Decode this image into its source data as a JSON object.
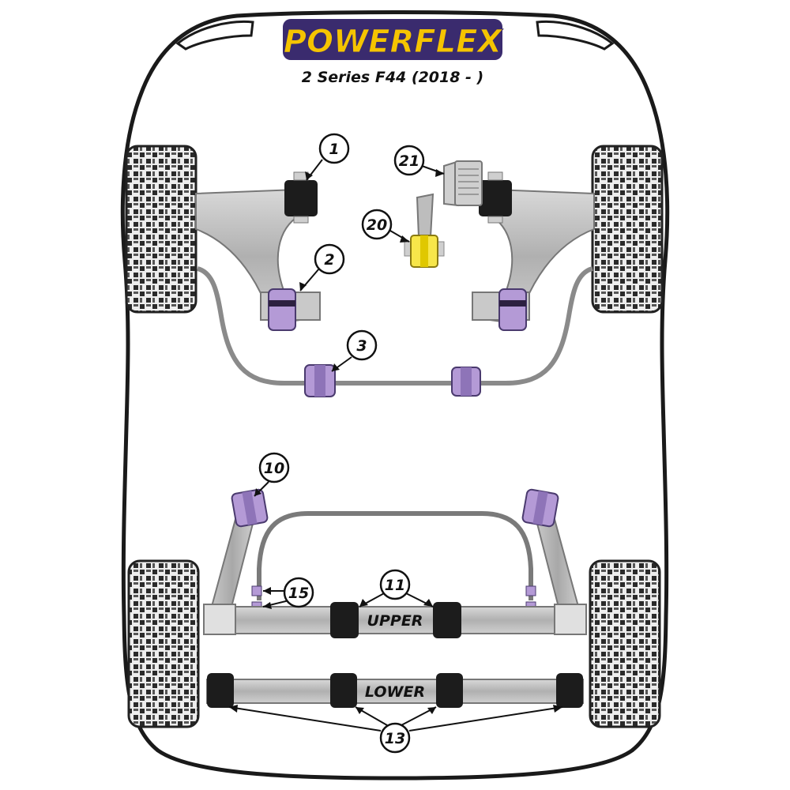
{
  "brand": {
    "logo_text": "POWERFLEX",
    "logo_fill": "#f5c400",
    "logo_shadow": "#3a2b6e"
  },
  "model_title": "2 Series F44 (2018 - )",
  "labels": {
    "upper": "UPPER",
    "lower": "LOWER"
  },
  "colors": {
    "body_outline": "#1a1a1a",
    "metal": "#b5b5b5",
    "bush_black": "#1c1c1c",
    "bush_purple": "#b49ad6",
    "bush_yellow": "#f7e64a",
    "tyre": "#2a2a2a"
  },
  "callouts": [
    {
      "id": "1",
      "label": "1"
    },
    {
      "id": "2",
      "label": "2"
    },
    {
      "id": "3",
      "label": "3"
    },
    {
      "id": "10",
      "label": "10"
    },
    {
      "id": "11",
      "label": "11"
    },
    {
      "id": "13",
      "label": "13"
    },
    {
      "id": "15",
      "label": "15"
    },
    {
      "id": "20",
      "label": "20"
    },
    {
      "id": "21",
      "label": "21"
    }
  ]
}
